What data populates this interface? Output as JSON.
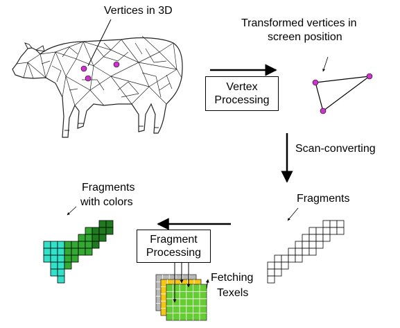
{
  "labels": {
    "vertices_3d": "Vertices in 3D",
    "transformed_line1": "Transformed vertices in",
    "transformed_line2": "screen position",
    "vertex_proc_line1": "Vertex",
    "vertex_proc_line2": "Processing",
    "scan_converting": "Scan-converting",
    "fragments": "Fragments",
    "fragments_colors_line1": "Fragments",
    "fragments_colors_line2": "with colors",
    "fragment_proc_line1": "Fragment",
    "fragment_proc_line2": "Processing",
    "fetching_line1": "Fetching",
    "fetching_line2": "Texels"
  },
  "colors": {
    "vertex_dot": "#cc33cc",
    "fragment_cyan": "#33e0c8",
    "fragment_green": "#33a833",
    "fragment_darkgreen": "#1f7a1f",
    "texture_green": "#66cc33",
    "texture_yellow": "#f5c518",
    "texture_gray": "#b8b8b8"
  }
}
